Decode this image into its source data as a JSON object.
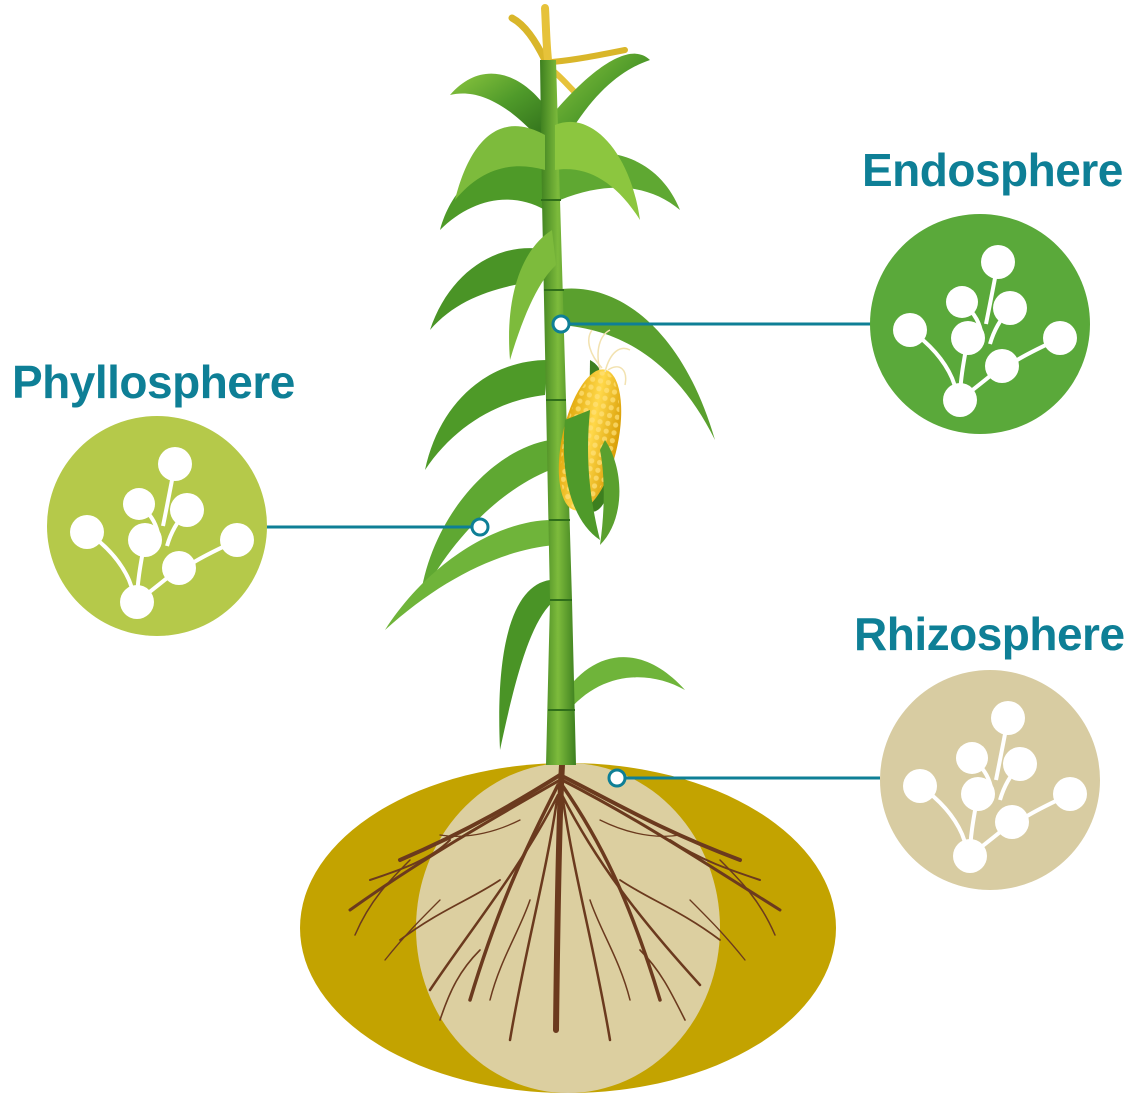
{
  "labels": {
    "phyllosphere": "Phyllosphere",
    "endosphere": "Endosphere",
    "rhizosphere": "Rhizosphere"
  },
  "colors": {
    "label_text": "#0e7f96",
    "connector_line": "#0e7f96",
    "phyllosphere_circle": "#b5c94a",
    "endosphere_circle": "#5aa93a",
    "rhizosphere_circle": "#d8cca2",
    "soil": "#c3a300",
    "root_zone": "#dccfa0",
    "roots": "#6b3a1e",
    "stalk": "#4f9a2a",
    "leaf": "#5aa02e",
    "corn": "#f2c21a",
    "tassel": "#e3c43a",
    "microbe": "#ffffff"
  },
  "icons": {
    "microbe_cluster": "microbe-network-icon",
    "connection_point": "connection-point-icon"
  }
}
